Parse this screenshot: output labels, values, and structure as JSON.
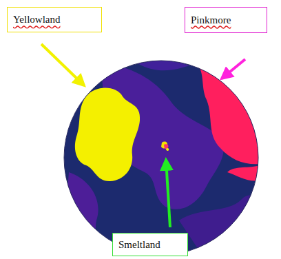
{
  "diagram": {
    "nodes": [
      {
        "text": [
          "Yellowland"
        ]
      },
      {
        "text": [
          "Pinkmore"
        ]
      },
      {
        "text": [
          "Smeltland"
        ]
      }
    ]
  }
}
